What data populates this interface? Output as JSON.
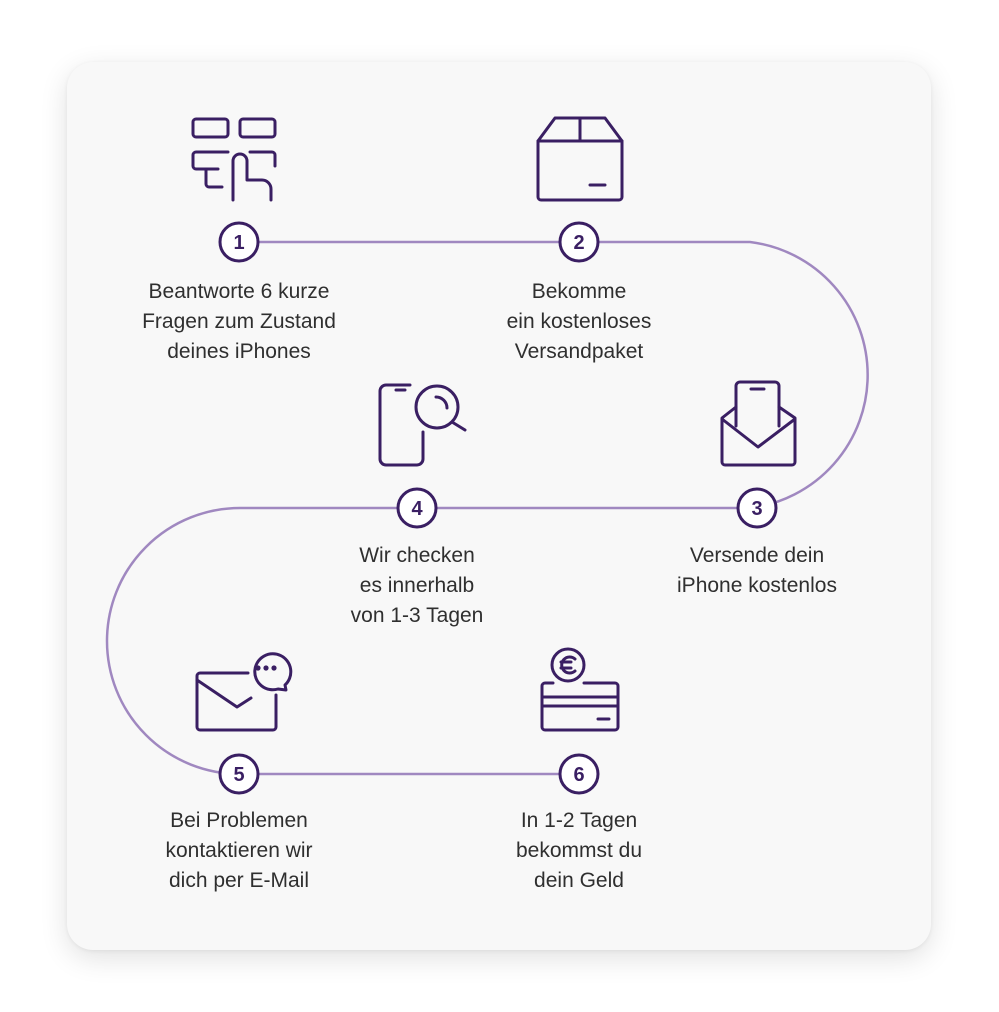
{
  "colors": {
    "accent": "#3a1f63",
    "path": "#a088c0",
    "card": "#f8f8f8",
    "text": "#2f2f2f"
  },
  "steps": [
    {
      "number": "1",
      "icon": "questionnaire-tap-icon",
      "lines": [
        "Beantworte 6 kurze",
        "Fragen zum Zustand",
        "deines iPhones"
      ]
    },
    {
      "number": "2",
      "icon": "package-box-icon",
      "lines": [
        "Bekomme",
        "ein kostenloses",
        "Versandpaket"
      ]
    },
    {
      "number": "3",
      "icon": "phone-in-envelope-icon",
      "lines": [
        "Versende dein",
        "iPhone kostenlos"
      ]
    },
    {
      "number": "4",
      "icon": "phone-magnifier-icon",
      "lines": [
        "Wir checken",
        "es innerhalb",
        "von 1-3 Tagen"
      ]
    },
    {
      "number": "5",
      "icon": "mail-chat-icon",
      "lines": [
        "Bei Problemen",
        "kontaktieren wir",
        "dich per E-Mail"
      ]
    },
    {
      "number": "6",
      "icon": "euro-card-icon",
      "lines": [
        "In 1-2 Tagen",
        "bekommst du",
        "dein Geld"
      ]
    }
  ]
}
